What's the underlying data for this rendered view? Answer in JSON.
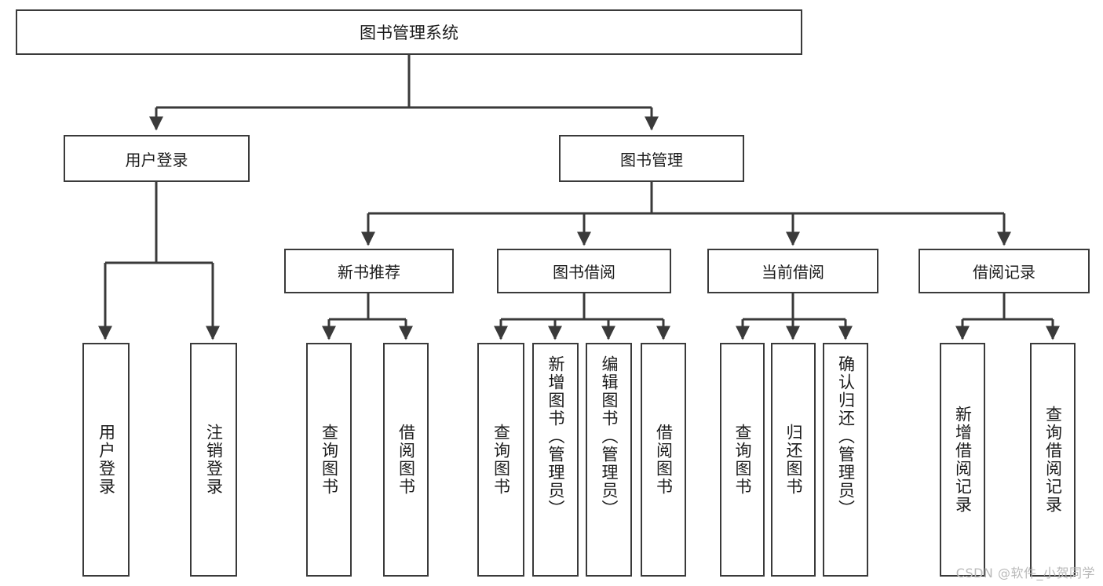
{
  "diagram": {
    "title": "图书管理系统",
    "type": "tree-hierarchy-diagram",
    "watermark": "CSDN @软件_小贺同学",
    "colors": {
      "stroke": "#3a3a3a",
      "fill": "#ffffff",
      "text": "#1b1b1b",
      "watermark": "#b9b9b9"
    },
    "levels": {
      "root": {
        "label": "图书管理系统"
      },
      "level2": [
        {
          "id": "user-login",
          "label": "用户登录"
        },
        {
          "id": "book-manage",
          "label": "图书管理"
        }
      ],
      "level3": [
        {
          "id": "new-book-rec",
          "label": "新书推荐"
        },
        {
          "id": "book-borrow",
          "label": "图书借阅"
        },
        {
          "id": "current-borrow",
          "label": "当前借阅"
        },
        {
          "id": "borrow-record",
          "label": "借阅记录"
        }
      ],
      "leaves": {
        "user-login": [
          {
            "id": "leaf-user-login",
            "label": "用户登录"
          },
          {
            "id": "leaf-logout-login",
            "label": "注销登录"
          }
        ],
        "new-book-rec": [
          {
            "id": "leaf-query-book-1",
            "label": "查询图书"
          },
          {
            "id": "leaf-borrow-book-1",
            "label": "借阅图书"
          }
        ],
        "book-borrow": [
          {
            "id": "leaf-query-book-2",
            "label": "查询图书"
          },
          {
            "id": "leaf-add-book-admin",
            "label": "新增图书（管理员）"
          },
          {
            "id": "leaf-edit-book-admin",
            "label": "编辑图书（管理员）"
          },
          {
            "id": "leaf-borrow-book-2",
            "label": "借阅图书"
          }
        ],
        "current-borrow": [
          {
            "id": "leaf-query-book-3",
            "label": "查询图书"
          },
          {
            "id": "leaf-return-book",
            "label": "归还图书"
          },
          {
            "id": "leaf-confirm-return-admin",
            "label": "确认归还（管理员）"
          }
        ],
        "borrow-record": [
          {
            "id": "leaf-add-borrow-record",
            "label": "新增借阅记录"
          },
          {
            "id": "leaf-query-borrow-record",
            "label": "查询借阅记录"
          }
        ]
      }
    }
  }
}
